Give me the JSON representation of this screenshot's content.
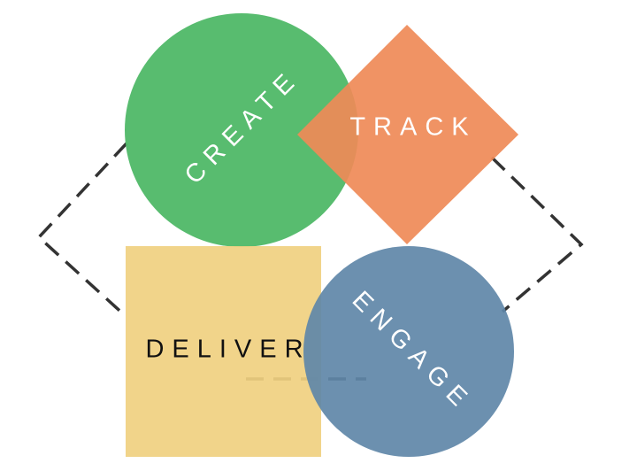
{
  "diagram": {
    "labels": {
      "create": "CREATE",
      "track": "TRACK",
      "engage": "ENGAGE",
      "deliver": "DELIVER"
    },
    "colors": {
      "create": "#4fb867",
      "track": "#ef8a57",
      "engage": "#5f87a8",
      "deliver": "#f0d080",
      "connector": "#333333",
      "text_light": "#ffffff",
      "text_dark": "#111111"
    }
  }
}
